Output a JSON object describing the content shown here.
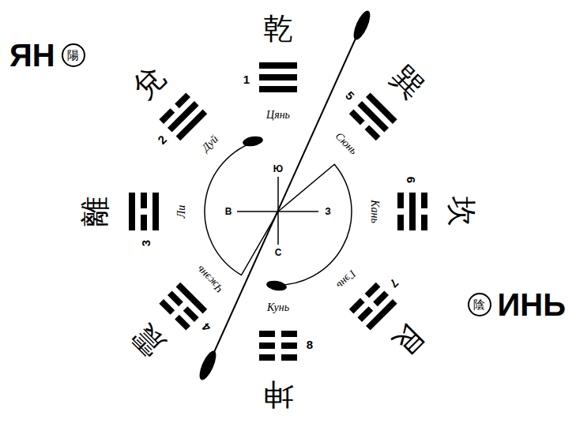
{
  "diagram": {
    "nodes": [
      {
        "text": [
          "ЯН",
          "陽"
        ]
      },
      {
        "text": [
          "陰",
          "ИНЬ"
        ]
      }
    ],
    "labels": [
      "乾",
      "1",
      "Цянь",
      "兌",
      "2",
      "Дуй",
      "離",
      "3",
      "Ли",
      "震",
      "4",
      "Чжэнь",
      "巽",
      "5",
      "Сюнь",
      "坎",
      "6",
      "Кань",
      "艮",
      "7",
      "Гэнь",
      "坤",
      "8",
      "Кунь",
      "Ю",
      "В",
      "З",
      "С"
    ]
  }
}
